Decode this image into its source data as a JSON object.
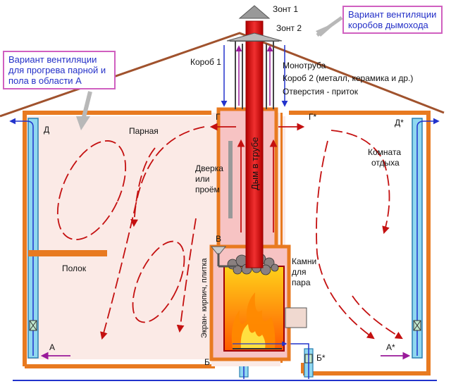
{
  "callouts": {
    "chimney_vent": {
      "line1": "Вариант вентиляции",
      "line2": "коробов  дымохода"
    },
    "steam_room_vent": {
      "line1": "Вариант вентиляции",
      "line2": "для прогрева парной и",
      "line3": "пола  в области А"
    }
  },
  "labels": {
    "umbrella1": "Зонт 1",
    "umbrella2": "Зонт 2",
    "box1": "Короб 1",
    "monopipe": "Монотруба",
    "box2": "Короб 2 (металл, керамика и др.)",
    "holes": "Отверстия - приток",
    "steam_room": "Парная",
    "rest_room_1": "Комната",
    "rest_room_2": "отдыха",
    "door_1": "Дверка",
    "door_2": "или",
    "door_3": "проём",
    "shelf": "Полок",
    "stones_1": "Камни",
    "stones_2": "для",
    "stones_3": "пара",
    "screen": "Экран- кирпич, плитка",
    "smoke": "Дым в трубе",
    "point_d": "Д",
    "point_d_star": "Д*",
    "point_g": "Г",
    "point_g_star": "Г*",
    "point_a": "А",
    "point_a_star": "А*",
    "point_b": "Б",
    "point_b_star": "Б*",
    "point_v": "В"
  },
  "colors": {
    "wall": "#e87a20",
    "roof": "#a0522d",
    "steam_room_fill": "#fbeae6",
    "chimney_box": "#f7c3c3",
    "pipe": "#e02020",
    "vent_duct": "#8fd8f0",
    "arrow_hot": "#c41010",
    "arrow_cold": "#2233cc",
    "callout_border": "#d060c0",
    "callout_text": "#2430c8"
  }
}
